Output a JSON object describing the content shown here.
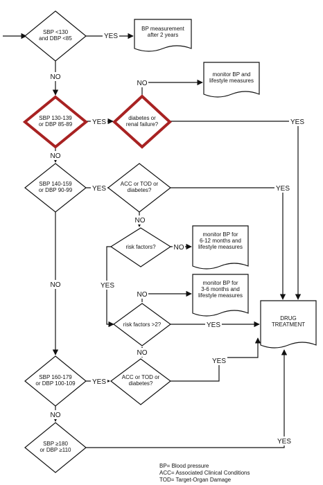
{
  "colors": {
    "highlight": "#a82222",
    "line": "#111111"
  },
  "nodes": {
    "d1": [
      "SBP <130",
      "and DBP <85"
    ],
    "r1": [
      "BP measurement",
      "after 2 years"
    ],
    "r2": [
      "monitor BP and",
      "lifestyle measures"
    ],
    "d2": [
      "SBP 130-139",
      "or DBP 85-89"
    ],
    "d3": [
      "diabetes or",
      "renal failure?"
    ],
    "d4": [
      "SBP 140-159",
      "or DBP 90-99"
    ],
    "d5": [
      "ACC or TOD or",
      "diabetes?"
    ],
    "d6": [
      "risk factors?"
    ],
    "r3": [
      "monitor BP for",
      "6-12 months and",
      "lifestyle measures"
    ],
    "r4": [
      "monitor BP for",
      "3-6 months and",
      "lifestyle measures"
    ],
    "d7": [
      "risk factors >2?"
    ],
    "r5": [
      "DRUG",
      "TREATMENT"
    ],
    "d8": [
      "SBP 160-179",
      "or DBP 100-109"
    ],
    "d9": [
      "ACC or TOD or",
      "diabetes?"
    ],
    "d10": [
      "SBP ≥180",
      "or DBP ≥110"
    ]
  },
  "labels": {
    "yes": "YES",
    "no": "NO"
  },
  "legend": [
    "BP= Blood pressure",
    "ACC= Associated Clinical Conditions",
    "TOD= Target-Organ Damage"
  ]
}
